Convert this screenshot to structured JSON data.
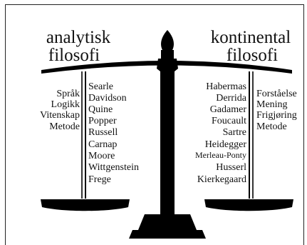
{
  "left_pan": {
    "title_line1": "analytisk",
    "title_line2": "filosofi",
    "themes": [
      "Språk",
      "Logikk",
      "Vitenskap",
      "Metode"
    ],
    "philosophers": [
      "Searle",
      "Davidson",
      "Quine",
      "Popper",
      "Russell",
      "Carnap",
      "Moore",
      "Wittgenstein",
      "Frege"
    ]
  },
  "right_pan": {
    "title_line1": "kontinental",
    "title_line2": "filosofi",
    "philosophers": [
      "Habermas",
      "Derrida",
      "Gadamer",
      "Foucault",
      "Sartre",
      "Heidegger",
      "Merleau-Ponty",
      "Husserl",
      "Kierkegaard"
    ],
    "themes": [
      "Forståelse",
      "Mening",
      "Frigjøring",
      "Metode"
    ]
  }
}
